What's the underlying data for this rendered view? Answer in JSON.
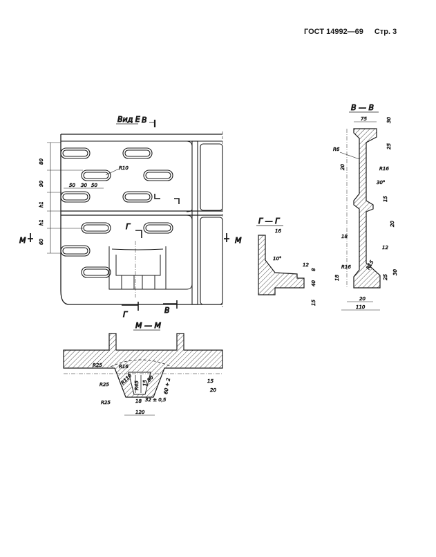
{
  "header": {
    "standard": "ГОСТ 14992—69",
    "page": "Стр. 3"
  },
  "views": {
    "view_e": {
      "title": "Вид Е",
      "arrow": "В"
    },
    "section_bb": {
      "title": "В — В"
    },
    "section_gg": {
      "title": "Г — Г"
    },
    "section_mm": {
      "title": "М — М"
    }
  },
  "cut_marks": {
    "m_left": "М",
    "m_right": "М",
    "g_bottom": "Г",
    "g_inner": "Г",
    "b_bottom": "В"
  },
  "dims": {
    "main": {
      "d80": "80",
      "d90": "90",
      "h1a": "h1",
      "h1b": "h1",
      "d60": "60",
      "d50a": "50",
      "d30": "30",
      "d50b": "50",
      "r10": "R10"
    },
    "bb": {
      "d75": "75",
      "d30t": "30",
      "d25t": "25",
      "r6": "R6",
      "r16": "R16",
      "d20": "20",
      "a30": "30°",
      "d15": "15",
      "d20b": "20",
      "d18": "18",
      "d12": "12",
      "r16b": "R16",
      "r15": "R15",
      "d25b": "25",
      "d30b": "30",
      "d18b": "18",
      "d20c": "20",
      "d110": "110"
    },
    "gg": {
      "d16": "16",
      "a10": "10°",
      "d12": "12",
      "d8": "8",
      "d40": "40",
      "d15": "15"
    },
    "mm": {
      "r25a": "R25",
      "r16": "R16",
      "r110": "R110",
      "r25b": "R25",
      "r45": "R45",
      "d15v": "15",
      "d90": "90",
      "d32": "32 ± 0,5",
      "d60": "60 + 2",
      "d15": "15",
      "d20": "20",
      "r25c": "R25",
      "d18": "18",
      "d120": "120"
    }
  }
}
